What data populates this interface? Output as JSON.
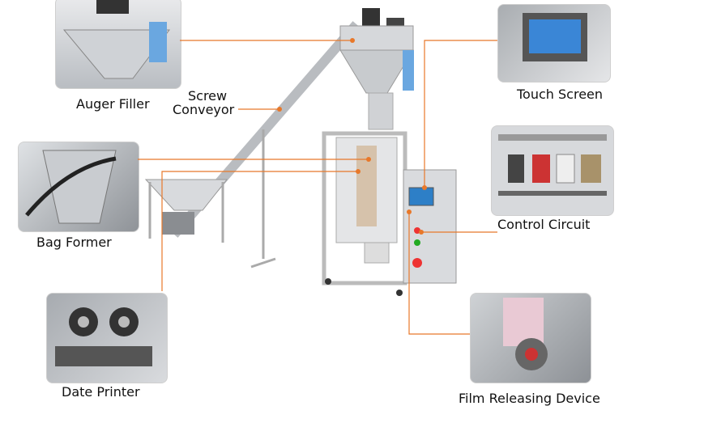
{
  "labels": {
    "auger_filler": "Auger Filler",
    "screw_conveyor_line1": "Screw",
    "screw_conveyor_line2": "Conveyor",
    "touch_screen": "Touch Screen",
    "bag_former": "Bag Former",
    "control_circuit": "Control Circuit",
    "date_printer": "Date Printer",
    "film_releasing_device": "Film Releasing Device"
  },
  "colors": {
    "leader_line": "#e8782a",
    "steel": "#c9ccd0"
  }
}
